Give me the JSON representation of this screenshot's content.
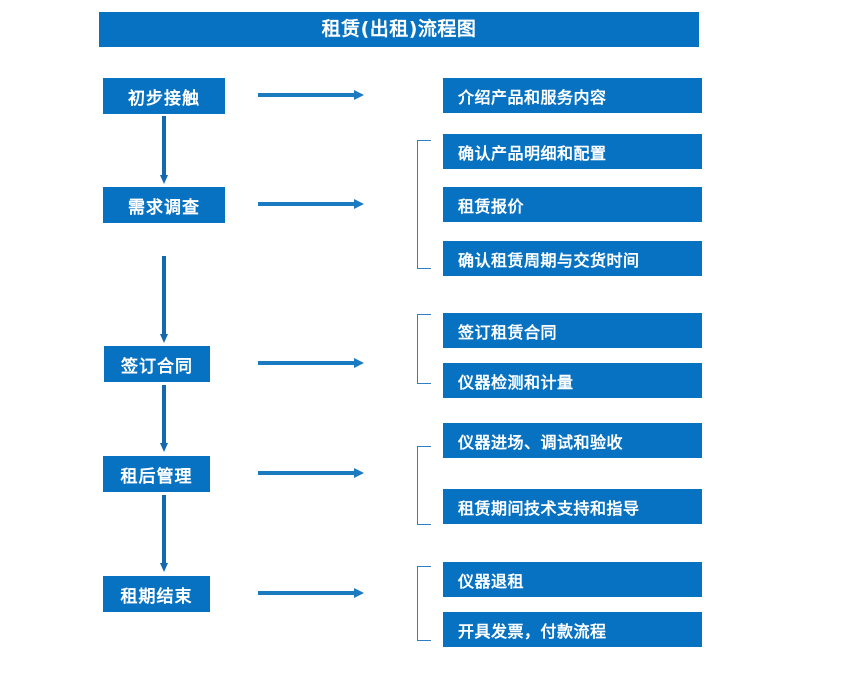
{
  "chart_data": {
    "type": "diagram",
    "title": "租赁(出租)流程图",
    "diagram_kind": "flowchart",
    "orientation": "vertical-with-side-branches"
  },
  "title": {
    "text": "租赁(出租)流程图"
  },
  "colors": {
    "box_fill": "#0872C2",
    "box_text": "#FFFFFF",
    "arrow": "#1A7BC0",
    "down_arrow": "#1368AE",
    "bracket": "#2F7FC4",
    "background": "#FFFFFF"
  },
  "stages": [
    {
      "id": "stage-1",
      "label": "初步接触",
      "details": [
        "介绍产品和服务内容"
      ]
    },
    {
      "id": "stage-2",
      "label": "需求调查",
      "details": [
        "确认产品明细和配置",
        "租赁报价",
        "确认租赁周期与交货时间"
      ]
    },
    {
      "id": "stage-3",
      "label": "签订合同",
      "details": [
        "签订租赁合同",
        "仪器检测和计量"
      ]
    },
    {
      "id": "stage-4",
      "label": "租后管理",
      "details": [
        "仪器进场、调试和验收",
        "租赁期间技术支持和指导"
      ]
    },
    {
      "id": "stage-5",
      "label": "租期结束",
      "details": [
        "仪器退租",
        "开具发票，付款流程"
      ]
    }
  ],
  "details_flat": [
    "介绍产品和服务内容",
    "确认产品明细和配置",
    "租赁报价",
    "确认租赁周期与交货时间",
    "签订租赁合同",
    "仪器检测和计量",
    "仪器进场、调试和验收",
    "租赁期间技术支持和指导",
    "仪器退租",
    "开具发票，付款流程"
  ]
}
